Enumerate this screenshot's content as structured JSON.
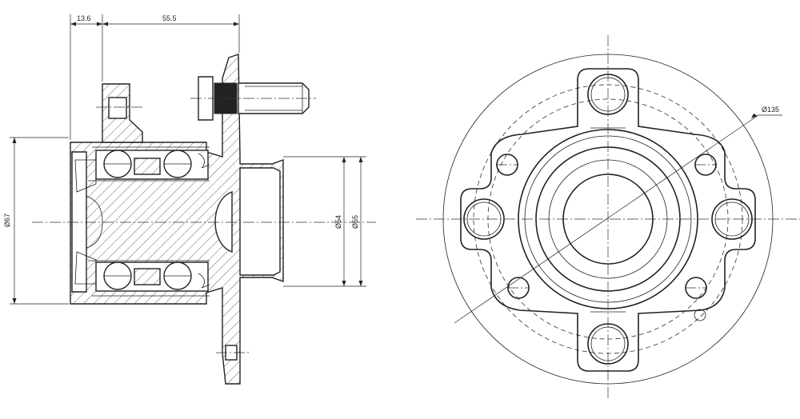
{
  "dimensions": {
    "flange_offset": "13.6",
    "hub_length": "55.5",
    "outer_diameter": "Ø67",
    "pilot_diameter": "Ø54",
    "bore_diameter": "Ø55",
    "bolt_circle": "Ø135"
  }
}
